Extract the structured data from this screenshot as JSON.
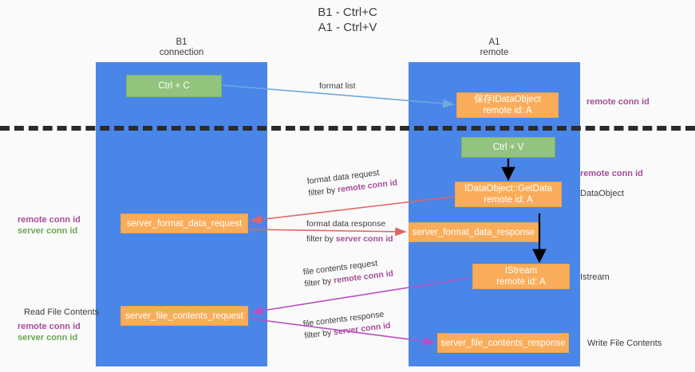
{
  "title": {
    "line1": "B1 - Ctrl+C",
    "line2": "A1 - Ctrl+V"
  },
  "columns": {
    "left": {
      "name": "B1",
      "role": "connection"
    },
    "right": {
      "name": "A1",
      "role": "remote"
    }
  },
  "boxes": {
    "ctrl_c": {
      "label": "Ctrl + C"
    },
    "ctrl_v": {
      "label": "Ctrl + V"
    },
    "save_idataobject": {
      "line1": "保存IDataObject",
      "line2": "remote id: A"
    },
    "getdata": {
      "line1": "IDataObject::GetData",
      "line2": "remote id: A"
    },
    "istream": {
      "line1": "IStream",
      "line2": "remote id: A"
    },
    "server_format_data_request": {
      "label": "server_format_data_request"
    },
    "server_format_data_response": {
      "label": "server_format_data_response"
    },
    "server_file_contents_request": {
      "label": "server_file_contents_request"
    },
    "server_file_contents_response": {
      "label": "server_file_contents_response"
    }
  },
  "flows": {
    "format_list": {
      "label": "format list"
    },
    "format_data_request": {
      "line1": "format data request",
      "line2_prefix": "filter by ",
      "line2_key": "remote conn id"
    },
    "format_data_response": {
      "line1": "format data response",
      "line2_prefix": "filter by ",
      "line2_key": "server conn id"
    },
    "file_contents_request": {
      "line1": "file contents request",
      "line2_prefix": "filter by ",
      "line2_key": "remote conn id"
    },
    "file_contents_response": {
      "line1": "file contents response",
      "line2_prefix": "filter by ",
      "line2_key": "server conn id"
    }
  },
  "annotations": {
    "right_top_conn": "remote conn id",
    "right_mid_conn": "remote conn id",
    "dataobject": "DataObject",
    "istream": "Istream",
    "write_file_contents": "Write File Contents",
    "read_file_contents": "Read File Contents",
    "left_mid": {
      "remote": "remote conn id",
      "server": "server conn id"
    },
    "left_bottom": {
      "remote": "remote conn id",
      "server": "server conn id"
    }
  },
  "colors": {
    "lane": "#4a86e8",
    "green_box": "#93c47d",
    "orange_box": "#f9ad5a",
    "purple_label": "#a64d9a",
    "green_label": "#6aa84f",
    "arrow_blue": "#6fa8dc",
    "arrow_red": "#e06666",
    "arrow_magenta": "#b84fc4",
    "arrow_black": "#000000",
    "dashed_line": "#2b2b2b",
    "background": "#fafafa"
  }
}
